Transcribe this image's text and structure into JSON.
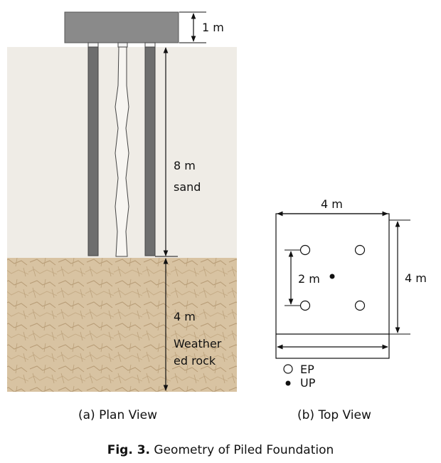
{
  "plan_view": {
    "cap_height_label": "1 m",
    "sand_depth_label": "8 m",
    "sand_label": "sand",
    "rock_depth_label": "4 m",
    "rock_label_line1": "Weather",
    "rock_label_line2": "ed rock",
    "caption": "(a) Plan View",
    "colors": {
      "sand": "#efece6",
      "rock": "#d8c3a2",
      "pile": "#6e6e6e",
      "cap": "#8a8a8a"
    }
  },
  "top_view": {
    "width_label": "4 m",
    "height_label": "4 m",
    "spacing_label": "2 m",
    "legend": [
      {
        "symbol": "open-circle",
        "label": "EP"
      },
      {
        "symbol": "filled-circle",
        "label": "UP"
      }
    ],
    "caption": "(b) Top View"
  },
  "figure_caption": {
    "prefix": "Fig. 3.",
    "text": " Geometry of Piled Foundation"
  }
}
